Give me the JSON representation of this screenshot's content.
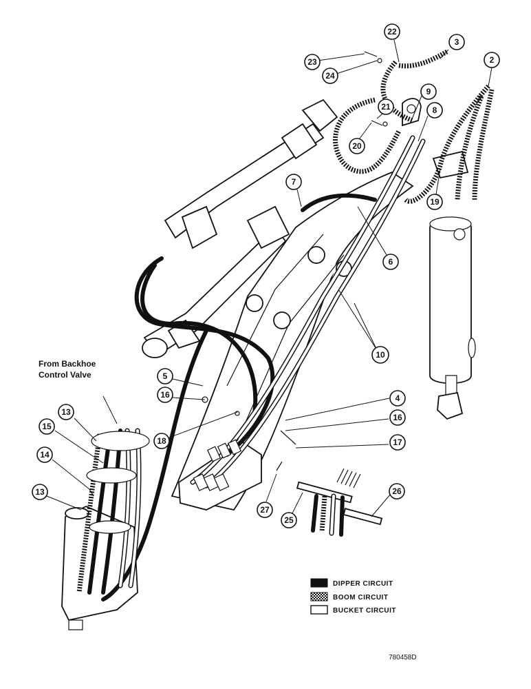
{
  "callouts": [
    {
      "num": "2"
    },
    {
      "num": "3"
    },
    {
      "num": "4"
    },
    {
      "num": "5"
    },
    {
      "num": "6"
    },
    {
      "num": "7"
    },
    {
      "num": "8"
    },
    {
      "num": "9"
    },
    {
      "num": "10"
    },
    {
      "num": "13"
    },
    {
      "num": "13"
    },
    {
      "num": "14"
    },
    {
      "num": "15"
    },
    {
      "num": "16"
    },
    {
      "num": "16"
    },
    {
      "num": "17"
    },
    {
      "num": "18"
    },
    {
      "num": "19"
    },
    {
      "num": "20"
    },
    {
      "num": "21"
    },
    {
      "num": "22"
    },
    {
      "num": "23"
    },
    {
      "num": "24"
    },
    {
      "num": "25"
    },
    {
      "num": "26"
    },
    {
      "num": "27"
    }
  ],
  "note": {
    "line1": "From Backhoe",
    "line2": "Control Valve"
  },
  "legend": [
    {
      "label": "DIPPER CIRCUIT",
      "style": "solid-black"
    },
    {
      "label": "BOOM CIRCUIT",
      "style": "grey-pattern"
    },
    {
      "label": "BUCKET CIRCUIT",
      "style": "white"
    }
  ],
  "drawing_number": "780458D"
}
